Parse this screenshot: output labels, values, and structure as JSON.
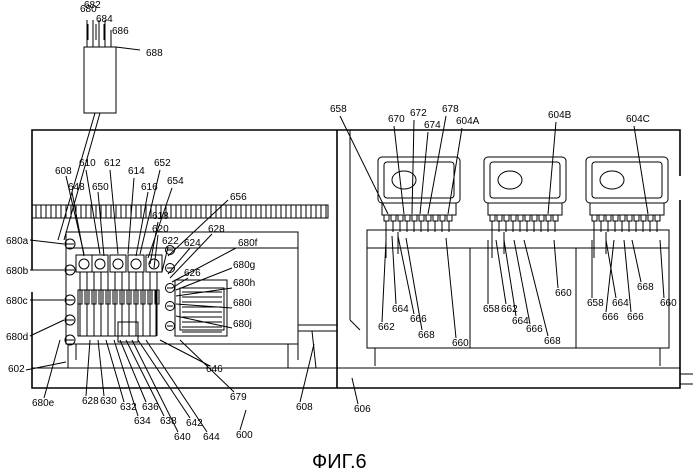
{
  "figure": {
    "caption": "ФИГ.6",
    "cabinet_label": "688",
    "system_label": "600",
    "connector_labels": [
      "608",
      "606"
    ],
    "lead_labels": [
      "680",
      "682",
      "684",
      "686"
    ],
    "left_station": {
      "top_labels": [
        "608",
        "610",
        "612",
        "614",
        "652",
        "616",
        "654",
        "656",
        "648",
        "650",
        "618",
        "620",
        "622",
        "624",
        "628",
        "680f",
        "626",
        "680g",
        "680h",
        "680i",
        "680j"
      ],
      "left_labels": [
        "680a",
        "680b",
        "680c",
        "680d",
        "602",
        "680e"
      ],
      "bottom_labels": [
        "628",
        "630",
        "632",
        "634",
        "636",
        "638",
        "640",
        "642",
        "644",
        "646",
        "679"
      ]
    },
    "right_station": {
      "top_labels": [
        "658",
        "670",
        "672",
        "674",
        "678",
        "604A",
        "604B",
        "604C"
      ],
      "bottom_labels_a": [
        "664",
        "662",
        "666",
        "668",
        "660"
      ],
      "bottom_labels_b": [
        "658",
        "662",
        "664",
        "666",
        "668",
        "660"
      ],
      "bottom_labels_c": [
        "658",
        "664",
        "666",
        "668",
        "666",
        "660"
      ]
    }
  }
}
